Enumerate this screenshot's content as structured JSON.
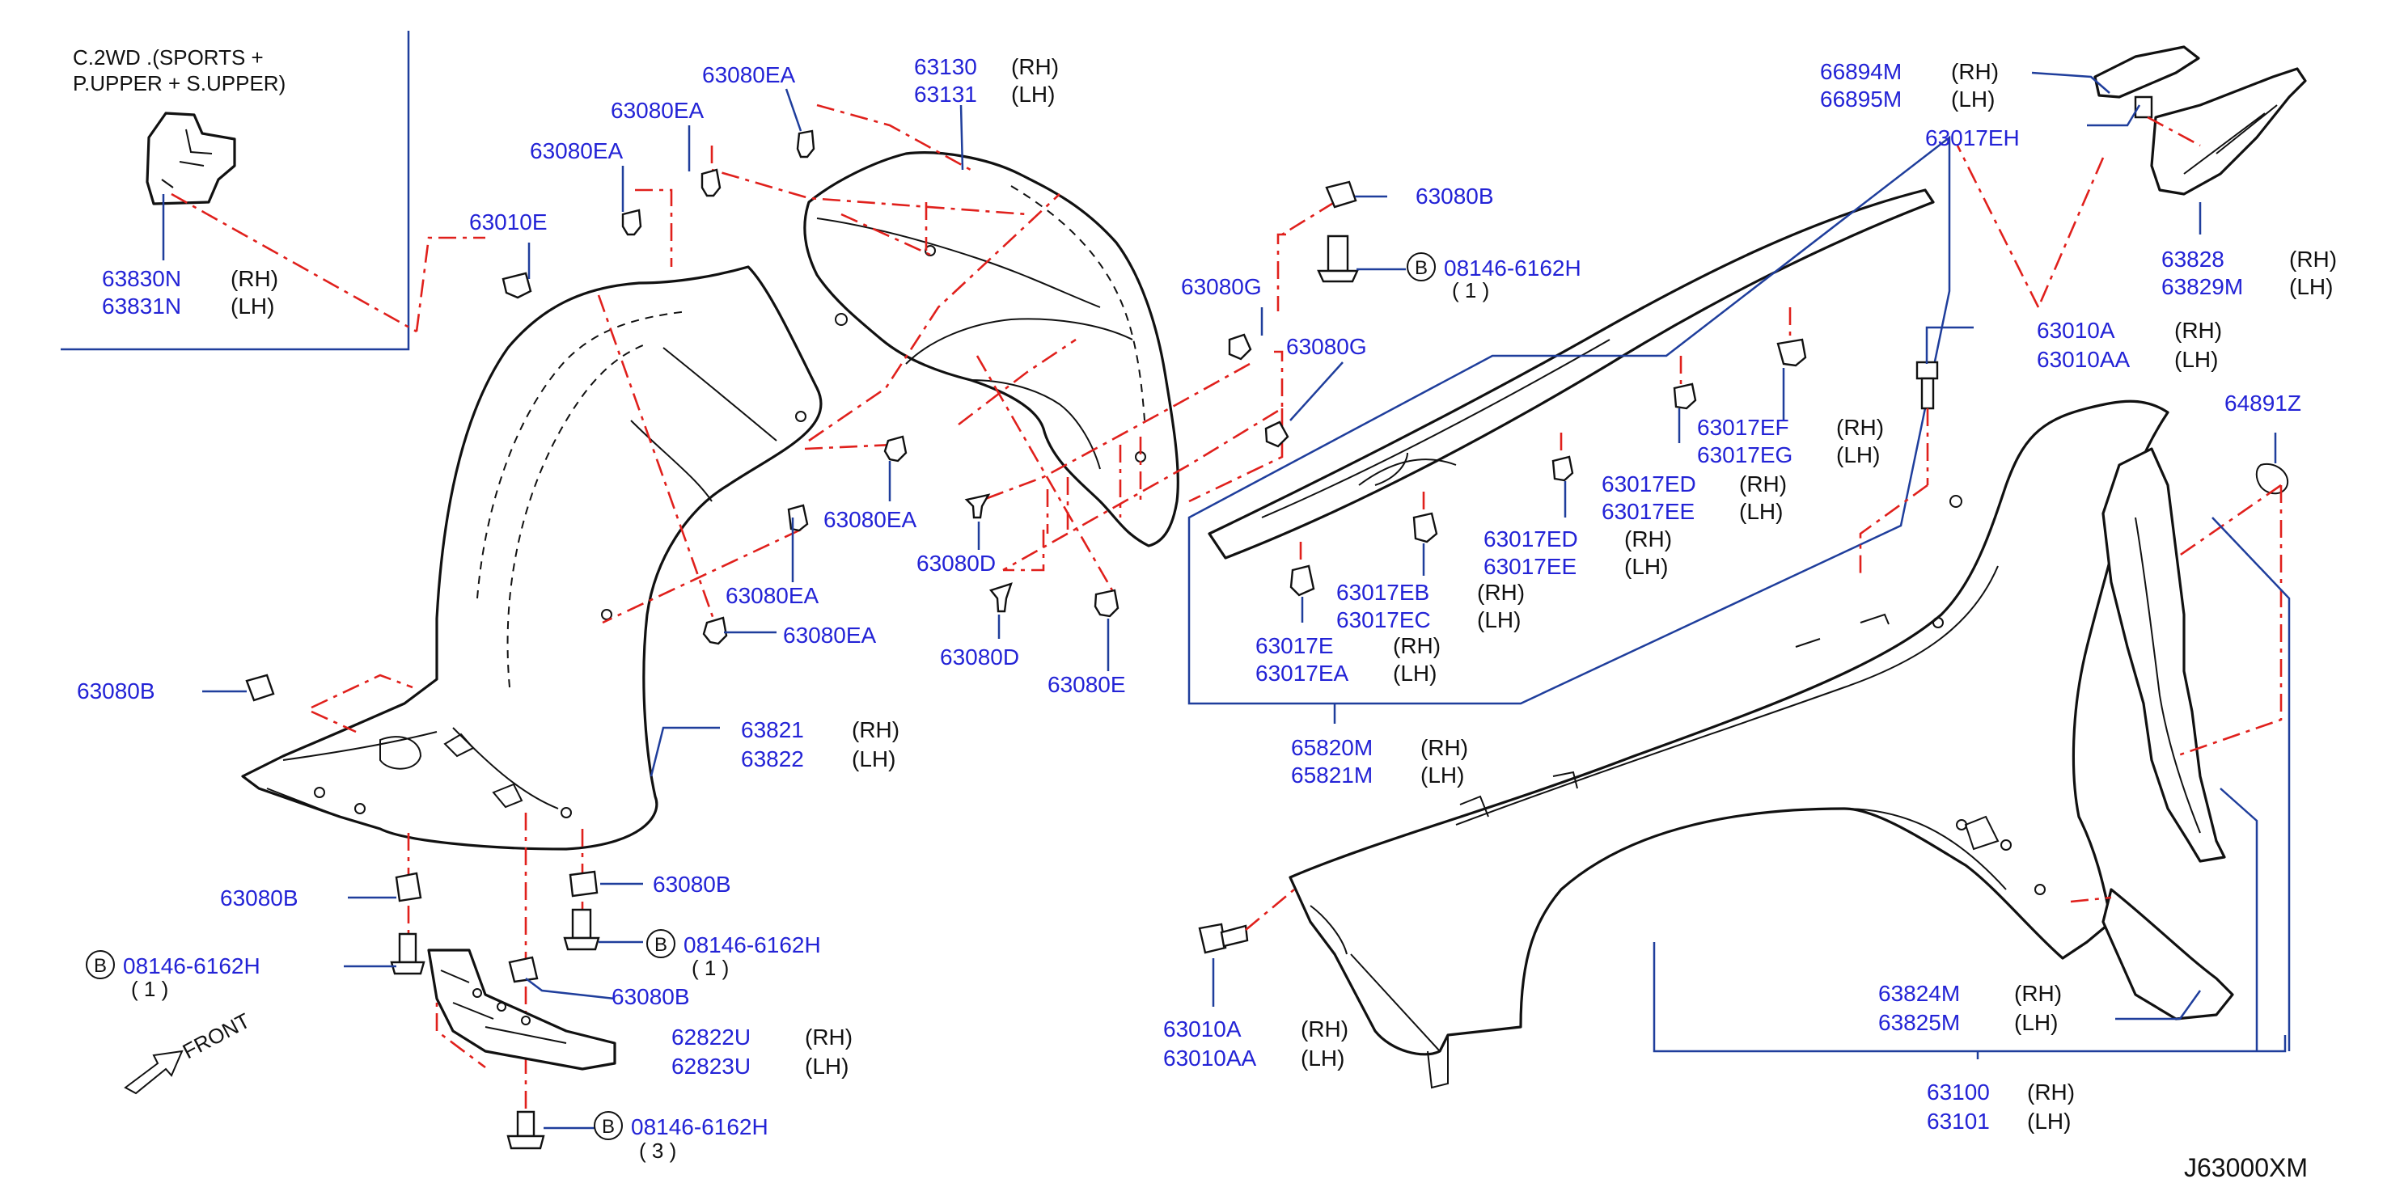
{
  "diagram": {
    "variant_note": [
      "C.2WD .(SPORTS +",
      "P.UPPER + S.UPPER)"
    ],
    "front_label": "FRONT",
    "diagram_code": "J63000XM",
    "callouts": [
      {
        "id": "c01",
        "parts": [
          "63830N",
          "63831N"
        ],
        "sides": [
          "(RH)",
          "(LH)"
        ]
      },
      {
        "id": "c02",
        "parts": [
          "63010E"
        ]
      },
      {
        "id": "c03",
        "parts": [
          "63080EA"
        ]
      },
      {
        "id": "c04",
        "parts": [
          "63080EA"
        ]
      },
      {
        "id": "c05",
        "parts": [
          "63080EA"
        ]
      },
      {
        "id": "c06",
        "parts": [
          "63130",
          "63131"
        ],
        "sides": [
          "(RH)",
          "(LH)"
        ]
      },
      {
        "id": "c07",
        "parts": [
          "63080B"
        ]
      },
      {
        "id": "c08",
        "parts": [
          "08146-6162H"
        ],
        "badge": "B",
        "qty": "( 1 )"
      },
      {
        "id": "c09",
        "parts": [
          "63080G"
        ]
      },
      {
        "id": "c10",
        "parts": [
          "63080G"
        ]
      },
      {
        "id": "c11",
        "parts": [
          "63080EA"
        ]
      },
      {
        "id": "c12",
        "parts": [
          "63080D"
        ]
      },
      {
        "id": "c13",
        "parts": [
          "63080EA"
        ]
      },
      {
        "id": "c14",
        "parts": [
          "63080EA"
        ]
      },
      {
        "id": "c15",
        "parts": [
          "63080D"
        ]
      },
      {
        "id": "c16",
        "parts": [
          "63080E"
        ]
      },
      {
        "id": "c17",
        "parts": [
          "63080B"
        ]
      },
      {
        "id": "c18",
        "parts": [
          "63821",
          "63822"
        ],
        "sides": [
          "(RH)",
          "(LH)"
        ]
      },
      {
        "id": "c19",
        "parts": [
          "63080B"
        ]
      },
      {
        "id": "c20",
        "parts": [
          "63080B"
        ]
      },
      {
        "id": "c21",
        "parts": [
          "08146-6162H"
        ],
        "badge": "B",
        "qty": "( 1 )"
      },
      {
        "id": "c22",
        "parts": [
          "08146-6162H"
        ],
        "badge": "B",
        "qty": "( 1 )"
      },
      {
        "id": "c23",
        "parts": [
          "63080B"
        ]
      },
      {
        "id": "c24",
        "parts": [
          "62822U",
          "62823U"
        ],
        "sides": [
          "(RH)",
          "(LH)"
        ]
      },
      {
        "id": "c25",
        "parts": [
          "08146-6162H"
        ],
        "badge": "B",
        "qty": "( 3 )"
      },
      {
        "id": "c26",
        "parts": [
          "66894M",
          "66895M"
        ],
        "sides": [
          "(RH)",
          "(LH)"
        ]
      },
      {
        "id": "c27",
        "parts": [
          "63017EH"
        ]
      },
      {
        "id": "c28",
        "parts": [
          "63828",
          "63829M"
        ],
        "sides": [
          "(RH)",
          "(LH)"
        ]
      },
      {
        "id": "c29",
        "parts": [
          "63010A",
          "63010AA"
        ],
        "sides": [
          "(RH)",
          "(LH)"
        ]
      },
      {
        "id": "c30",
        "parts": [
          "64891Z"
        ]
      },
      {
        "id": "c31",
        "parts": [
          "63017EF",
          "63017EG"
        ],
        "sides": [
          "(RH)",
          "(LH)"
        ]
      },
      {
        "id": "c32",
        "parts": [
          "63017ED",
          "63017EE"
        ],
        "sides": [
          "(RH)",
          "(LH)"
        ]
      },
      {
        "id": "c33",
        "parts": [
          "63017ED",
          "63017EE"
        ],
        "sides": [
          "(RH)",
          "(LH)"
        ]
      },
      {
        "id": "c34",
        "parts": [
          "63017EB",
          "63017EC"
        ],
        "sides": [
          "(RH)",
          "(LH)"
        ]
      },
      {
        "id": "c35",
        "parts": [
          "63017E",
          "63017EA"
        ],
        "sides": [
          "(RH)",
          "(LH)"
        ]
      },
      {
        "id": "c36",
        "parts": [
          "65820M",
          "65821M"
        ],
        "sides": [
          "(RH)",
          "(LH)"
        ]
      },
      {
        "id": "c37",
        "parts": [
          "63010A",
          "63010AA"
        ],
        "sides": [
          "(RH)",
          "(LH)"
        ]
      },
      {
        "id": "c38",
        "parts": [
          "63824M",
          "63825M"
        ],
        "sides": [
          "(RH)",
          "(LH)"
        ]
      },
      {
        "id": "c39",
        "parts": [
          "63100",
          "63101"
        ],
        "sides": [
          "(RH)",
          "(LH)"
        ]
      }
    ]
  }
}
